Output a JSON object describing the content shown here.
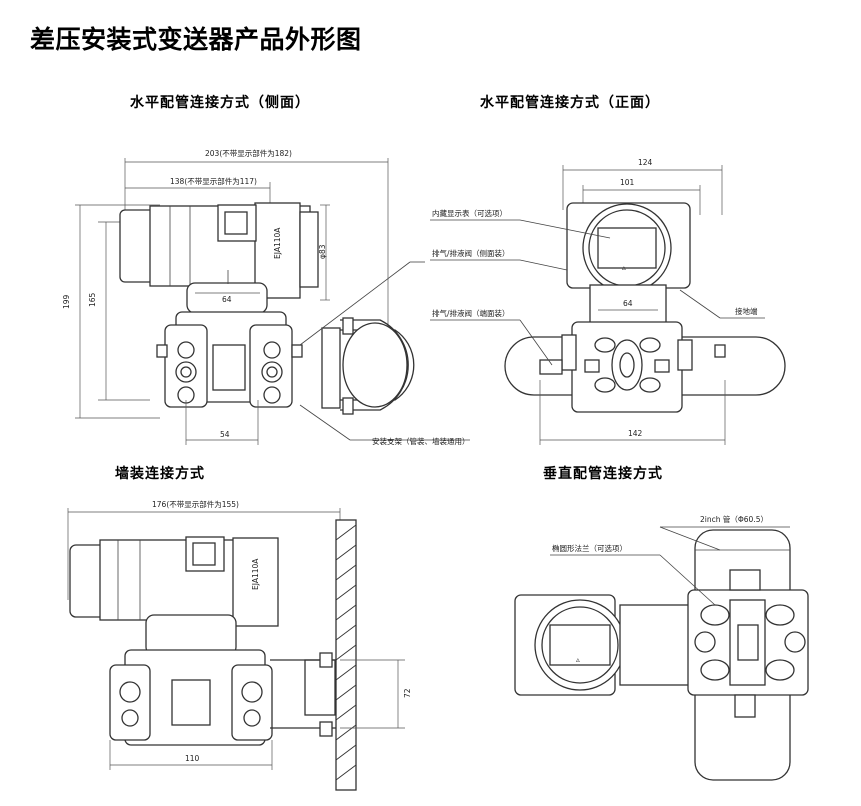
{
  "page": {
    "title": "差压安装式变送器产品外形图"
  },
  "views": {
    "side": {
      "heading": "水平配管连接方式（侧面）",
      "dims": {
        "overall_width": "203(不带显示部件为182)",
        "inner_width": "138(不带显示部件为117)",
        "height_total": "199",
        "height_inner": "165",
        "head_height": "φ83",
        "port_width": "64",
        "flange_width": "54",
        "nameplate": "EJA110A"
      },
      "labels": {
        "bracket": "安装支架（管装、墙装通用）"
      }
    },
    "front": {
      "heading": "水平配管连接方式（正面）",
      "dims": {
        "top_width": "124",
        "display_width": "101",
        "port_width": "64",
        "bottom_width": "142"
      },
      "labels": {
        "display": "内藏显示表（可选项）",
        "vent_drain_side": "排气/排液阀（侧面装）",
        "vent_drain_end": "排气/排液阀（端面装）",
        "ground": "接地端"
      }
    },
    "wall": {
      "heading": "墙装连接方式",
      "dims": {
        "overall_width": "176(不带显示部件为155)",
        "flange_width": "110",
        "mount_height": "72",
        "nameplate": "EJA110A"
      }
    },
    "vertical": {
      "heading": "垂直配管连接方式",
      "labels": {
        "pipe": "2inch 管（Φ60.5）",
        "flange": "椭圆形法兰（可选项）"
      }
    }
  }
}
